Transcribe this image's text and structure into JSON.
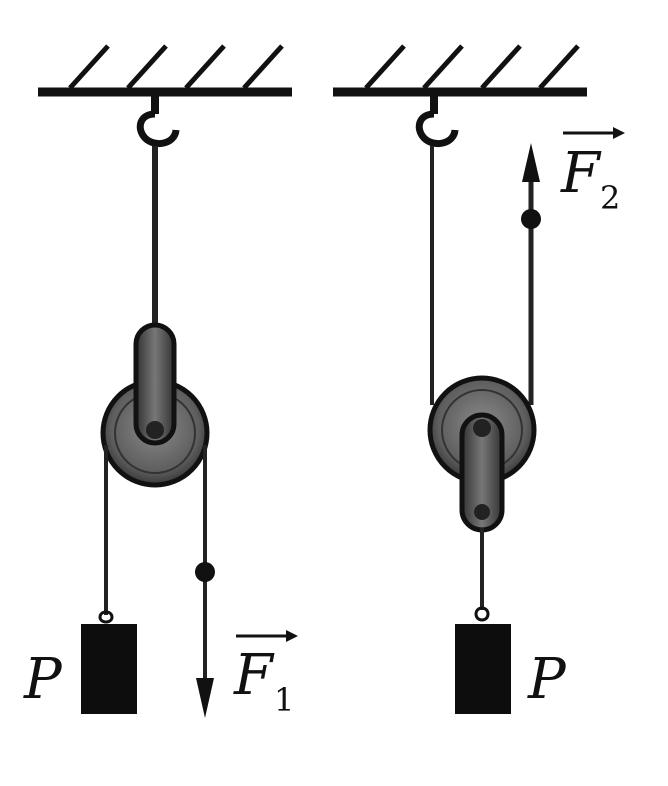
{
  "figure": {
    "left_setup": {
      "pulley_type": "fixed",
      "load_label": "P",
      "force_symbol": "F",
      "force_subscript": "1",
      "force_direction": "down"
    },
    "right_setup": {
      "pulley_type": "movable",
      "load_label": "P",
      "force_symbol": "F",
      "force_subscript": "2",
      "force_direction": "up"
    }
  }
}
